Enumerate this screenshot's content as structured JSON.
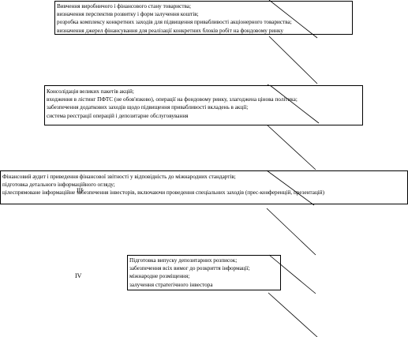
{
  "stages": [
    {
      "roman": "",
      "lines": [
        "Вивчення виробничого і фінансового стану товариства;",
        "визначення перспектив розвитку і форм залучення коштів;",
        "розробка комплексу конкретних заходів для підвищення привабливості акціонерного товариства;",
        "визначення джерел фінансування для реалізації конкретних блоків робіт на фондовому ринку"
      ]
    },
    {
      "roman": "",
      "lines": [
        "Консолідація великих пакетів акцій;",
        "входження в лістинг ПФТС (не обов'язково), операції на фондовому ринку, злагоджена цінова політика;",
        "забезпечення додаткових заходів щодо підвищення привабливості вкладень в акції;",
        "система реєстрації операцій і депозитарне обслуговування"
      ]
    },
    {
      "roman": "III",
      "lines": [
        "Фінансовий аудит і приведення фінансової звітності у відповідність до міжнародних стандартів;",
        "підготовка детального інформаційного огляду;",
        "цілеспрямоване інформаційне забезпечення інвесторів, включаючи проведення спеціальних заходів (прес-конференцій, презентацій)"
      ]
    },
    {
      "roman": "IV",
      "lines": [
        "Підготовка випуску депозитарних розписок;",
        "забезпечення всіх вимог до розкриття інформації;",
        "міжнародне розміщення;",
        "залучення стратегічного інвестора"
      ]
    }
  ]
}
